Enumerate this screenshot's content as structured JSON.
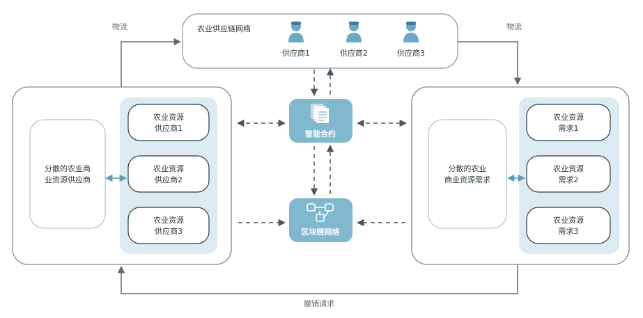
{
  "supply_network": {
    "title": "农业供应链网络",
    "suppliers": [
      "供应商1",
      "供应商2",
      "供应商3"
    ]
  },
  "flows": {
    "left_logistics": "物流",
    "right_logistics": "物流",
    "bottom_request": "撤销请求"
  },
  "left_panel": {
    "scattered_label_line1": "分散的农业商",
    "scattered_label_line2": "业资源供应商",
    "items": [
      {
        "line1": "农业资源",
        "line2": "供应商1"
      },
      {
        "line1": "农业资源",
        "line2": "供应商2"
      },
      {
        "line1": "农业资源",
        "line2": "供应商3"
      }
    ]
  },
  "right_panel": {
    "scattered_label_line1": "分散的农业",
    "scattered_label_line2": "商业资源需求",
    "items": [
      {
        "line1": "农业资源",
        "line2": "需求1"
      },
      {
        "line1": "农业资源",
        "line2": "需求2"
      },
      {
        "line1": "农业资源",
        "line2": "需求3"
      }
    ]
  },
  "center_nodes": {
    "smart_contract": "智能合约",
    "blockchain": "区块链网络"
  },
  "colors": {
    "accent": "#7fb8cf",
    "stroke": "#5f6b73",
    "panel_fill": "#ddebf3"
  }
}
